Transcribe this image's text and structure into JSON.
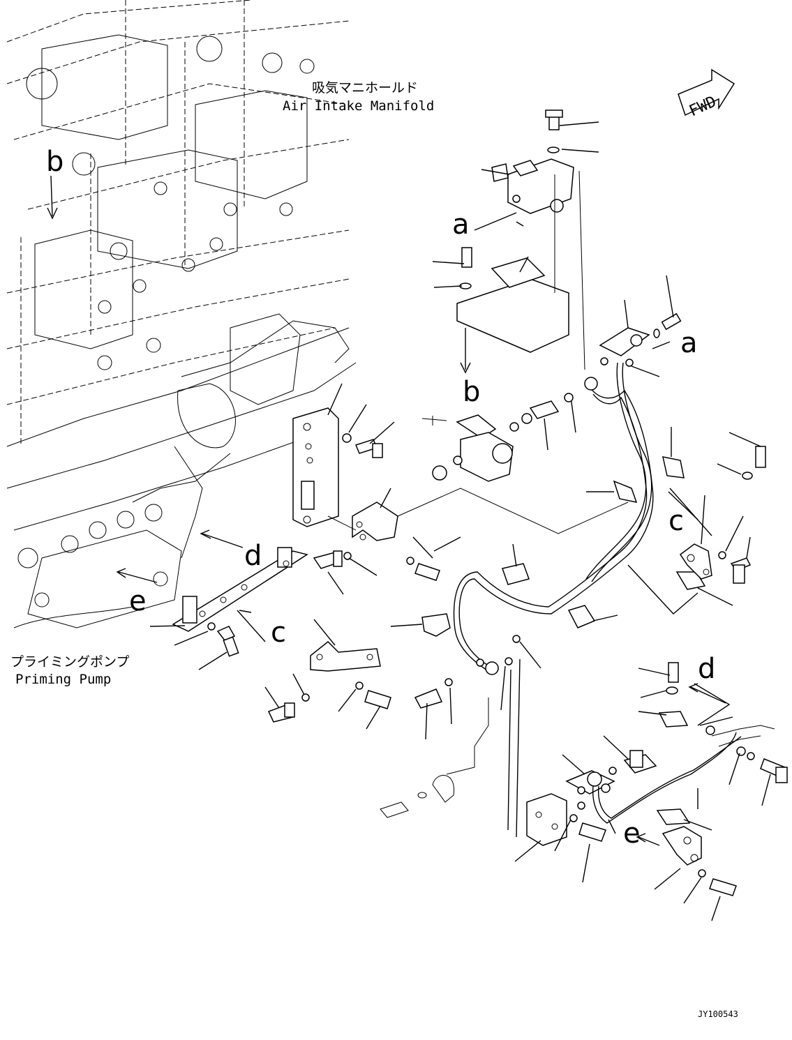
{
  "labels": {
    "air_intake_jp": "吸気マニホールド",
    "air_intake_en": "Air Intake Manifold",
    "priming_jp": "プライミングポンプ",
    "priming_en": "Priming Pump",
    "fwd": "FWD",
    "figure_code": "JY100543"
  },
  "refs": {
    "a": "a",
    "b": "b",
    "c": "c",
    "d": "d",
    "e": "e"
  }
}
